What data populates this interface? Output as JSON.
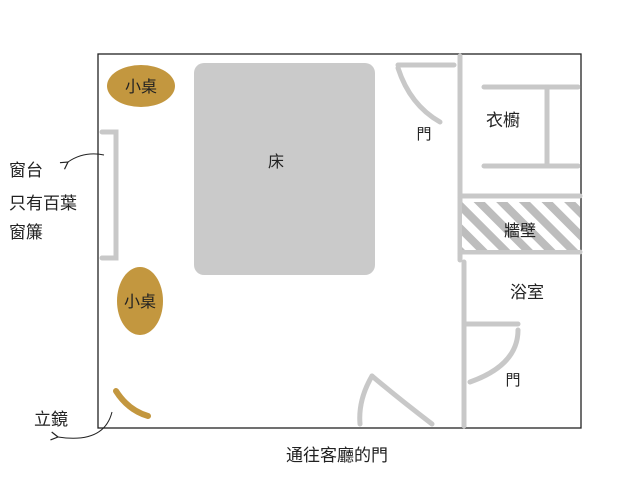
{
  "labels": {
    "desk_top": "小桌",
    "desk_bottom": "小桌",
    "bed": "床",
    "door_bedroom": "門",
    "wardrobe": "衣櫥",
    "wall": "牆壁",
    "bathroom": "浴室",
    "door_bathroom": "門",
    "windowsill": [
      "窗台",
      "只有百葉",
      "窗簾"
    ],
    "mirror": "立鏡",
    "door_living_room": "通往客廳的門"
  },
  "colors": {
    "desk": "#c3973f",
    "bed": "#cacaca",
    "fixtures": "#c8c8c8",
    "outline": "#222222",
    "wall_hatch": "#bdbdbd"
  }
}
